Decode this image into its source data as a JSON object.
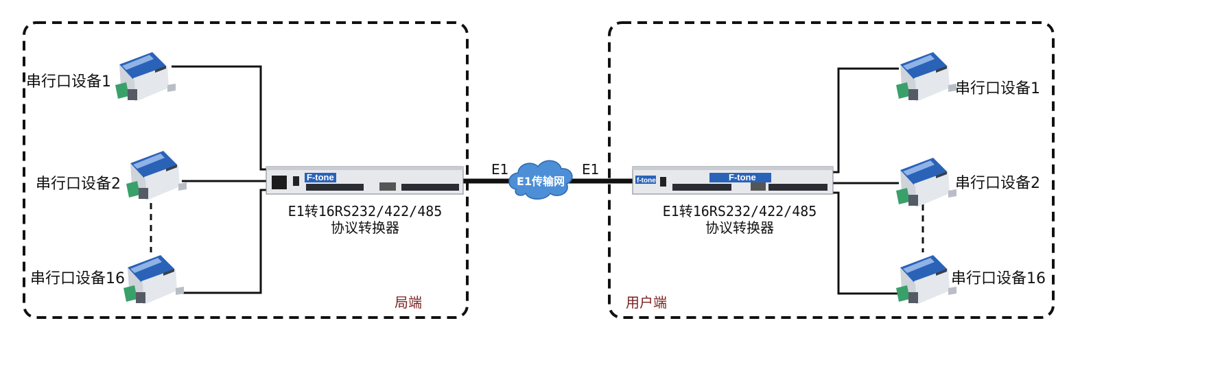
{
  "colors": {
    "border": "#111111",
    "line": "#111111",
    "zone_label": "#7a1f1f",
    "cloud": "#4d8fd6",
    "device_blue": "#2a62b8",
    "connector_green": "#3aa06a"
  },
  "left_site": {
    "zone_label": "局端",
    "devices": [
      {
        "label": "串行口设备1"
      },
      {
        "label": "串行口设备2"
      },
      {
        "label": "串行口设备16"
      }
    ],
    "converter": {
      "brand": "F-tone",
      "caption_line1": "E1转16RS232/422/485",
      "caption_line2": "协议转换器"
    }
  },
  "right_site": {
    "zone_label": "用户端",
    "devices": [
      {
        "label": "串行口设备1"
      },
      {
        "label": "串行口设备2"
      },
      {
        "label": "串行口设备16"
      }
    ],
    "converter": {
      "brand": "F-tone",
      "small_brand": "f-tone",
      "caption_line1": "E1转16RS232/422/485",
      "caption_line2": "协议转换器"
    }
  },
  "link": {
    "left_label": "E1",
    "right_label": "E1",
    "network_label": "E1传输网"
  }
}
